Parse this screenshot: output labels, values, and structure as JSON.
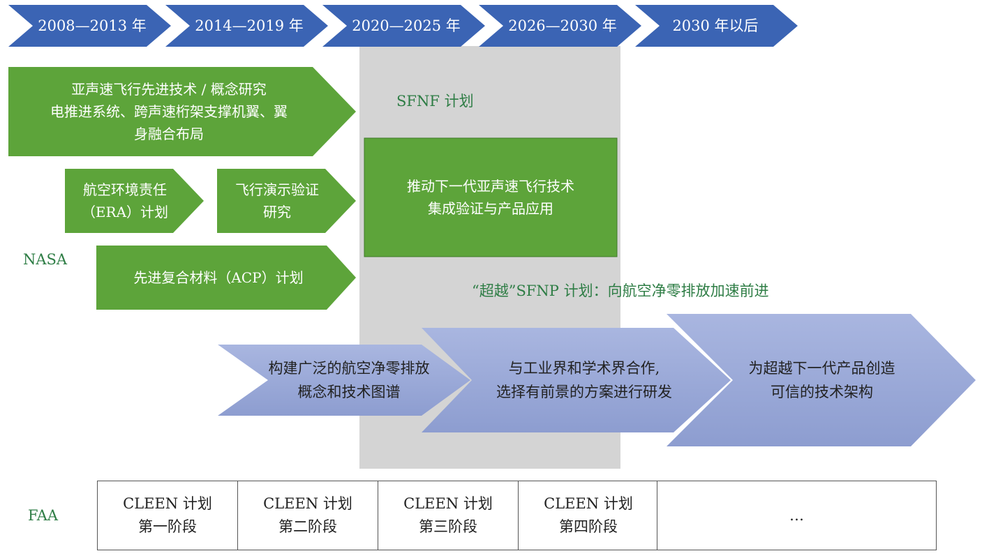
{
  "colors": {
    "timeline_blue": "#3b64b4",
    "nasa_green": "#5da43a",
    "gray_band": "#d4d4d4",
    "lavender": "#9aa9d8",
    "label_green": "#2e7d45"
  },
  "timeline": [
    "2008—2013 年",
    "2014—2019 年",
    "2020—2025 年",
    "2026—2030 年",
    "2030 年以后"
  ],
  "nasa": {
    "label": "NASA",
    "advanced_tech": [
      "亚声速飞行先进技术 / 概念研究",
      "电推进系统、跨声速桁架支撑机翼、翼",
      "身融合布局"
    ],
    "era": [
      "航空环境责任",
      "（ERA）计划"
    ],
    "flight_demo": [
      "飞行演示验证",
      "研究"
    ],
    "acp": "先进复合材料（ACP）计划",
    "sfnf_title": "SFNF 计划",
    "sfnf_box": [
      "推动下一代亚声速飞行技术",
      "集成验证与产品应用"
    ],
    "sfnp_title": "“超越”SFNP 计划：向航空净零排放加速前进",
    "sfnp_steps": [
      [
        "构建广泛的航空净零排放",
        "概念和技术图谱"
      ],
      [
        "与工业界和学术界合作,",
        "选择有前景的方案进行研发"
      ],
      [
        "为超越下一代产品创造",
        "可信的技术架构"
      ]
    ]
  },
  "faa": {
    "label": "FAA",
    "phases": [
      [
        "CLEEN 计划",
        "第一阶段"
      ],
      [
        "CLEEN 计划",
        "第二阶段"
      ],
      [
        "CLEEN 计划",
        "第三阶段"
      ],
      [
        "CLEEN 计划",
        "第四阶段"
      ],
      [
        "…"
      ]
    ]
  }
}
